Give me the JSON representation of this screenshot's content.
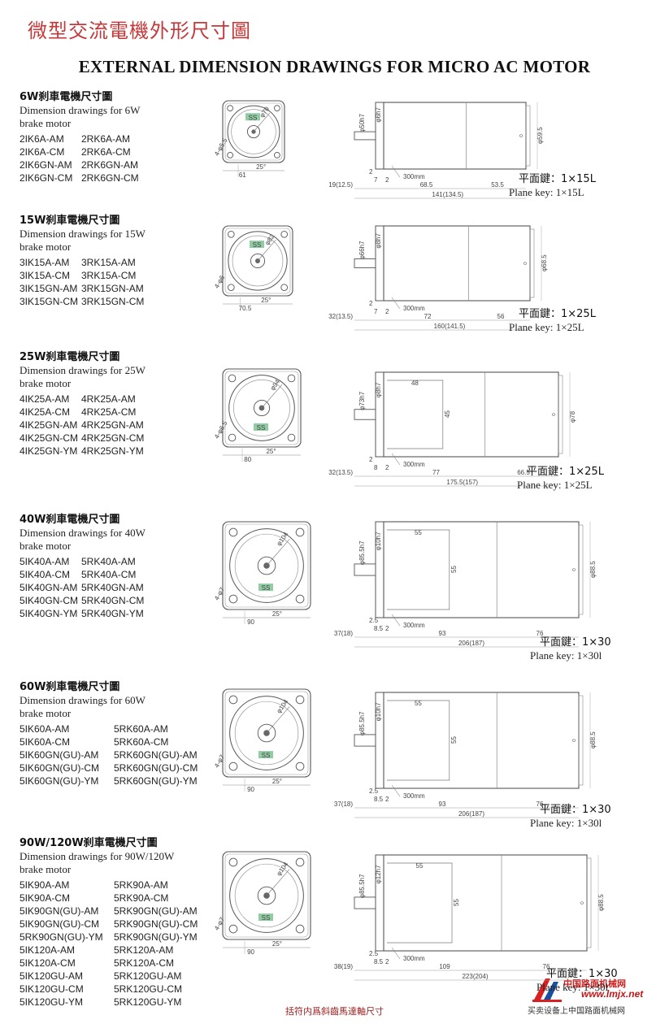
{
  "title_cn": "微型交流電機外形尺寸圖",
  "title_en": "EXTERNAL DIMENSION DRAWINGS FOR MICRO AC MOTOR",
  "sections": [
    {
      "title": "6W刹車電機尺寸圖",
      "desc1": "Dimension drawings for 6W",
      "desc2": "brake motor",
      "models": [
        [
          "2IK6A-AM",
          "2RK6A-AM"
        ],
        [
          "2IK6A-CM",
          "2RK6A-CM"
        ],
        [
          "2IK6GN-AM",
          "2RK6GN-AM"
        ],
        [
          "2IK6GN-CM",
          "2RK6GN-CM"
        ]
      ],
      "front": {
        "flange": "61",
        "angle": "25°",
        "hole": "4-φ5.5",
        "pcd": "φ70"
      },
      "side": {
        "shaft": "φ6h7",
        "pilot": "φ50h7",
        "body": "φ59.5",
        "lead": "300mm",
        "d1": "2",
        "d2": "7",
        "d3": "2",
        "len_shaft": "19(12.5)",
        "len_a": "68.5",
        "len_b": "53.5",
        "len_total": "141(134.5)"
      },
      "key_cn": "平面鍵：1×15L",
      "key_en": "Plane key: 1×15L"
    },
    {
      "title": "15W刹車電機尺寸圖",
      "desc1": "Dimension drawings for 15W",
      "desc2": "brake motor",
      "models": [
        [
          "3IK15A-AM",
          "3RK15A-AM"
        ],
        [
          "3IK15A-CM",
          "3RK15A-CM"
        ],
        [
          "3IK15GN-AM",
          "3RK15GN-AM"
        ],
        [
          "3IK15GN-CM",
          "3RK15GN-CM"
        ]
      ],
      "front": {
        "flange": "70.5",
        "angle": "25°",
        "hole": "4-φ6",
        "pcd": "φ82"
      },
      "side": {
        "shaft": "φ8h7",
        "pilot": "φ66h7",
        "body": "φ68.5",
        "lead": "300mm",
        "d1": "2",
        "d2": "7",
        "d3": "2",
        "len_shaft": "32(13.5)",
        "len_a": "72",
        "len_b": "56",
        "len_total": "160(141.5)"
      },
      "key_cn": "平面鍵：1×25L",
      "key_en": "Plane key: 1×25L"
    },
    {
      "title": "25W刹車電機尺寸圖",
      "desc1": "Dimension drawings for 25W",
      "desc2": "brake motor",
      "models": [
        [
          "4IK25A-AM",
          "4RK25A-AM"
        ],
        [
          "4IK25A-CM",
          "4RK25A-CM"
        ],
        [
          "4IK25GN-AM",
          "4RK25GN-AM"
        ],
        [
          "4IK25GN-CM",
          "4RK25GN-CM"
        ],
        [
          "4IK25GN-YM",
          "4RK25GN-YM"
        ]
      ],
      "front": {
        "flange": "80",
        "angle": "25°",
        "hole": "4-φ6.5",
        "pcd": "φ94"
      },
      "side": {
        "shaft": "φ8h7",
        "pilot": "φ73h7",
        "body": "φ78",
        "lead": "300mm",
        "d1": "2",
        "d2": "8",
        "d3": "2",
        "len_shaft": "32(13.5)",
        "len_a": "77",
        "len_b": "66.5",
        "len_total": "175.5(157)",
        "bracket_w": "48",
        "bracket_h": "45"
      },
      "key_cn": "平面鍵：1×25L",
      "key_en": "Plane key: 1×25L"
    },
    {
      "title": "40W刹車電機尺寸圖",
      "desc1": "Dimension drawings for 40W",
      "desc2": "brake motor",
      "models": [
        [
          "5IK40A-AM",
          "5RK40A-AM"
        ],
        [
          "5IK40A-CM",
          "5RK40A-CM"
        ],
        [
          "5IK40GN-AM",
          "5RK40GN-AM"
        ],
        [
          "5IK40GN-CM",
          "5RK40GN-CM"
        ],
        [
          "5IK40GN-YM",
          "5RK40GN-YM"
        ]
      ],
      "front": {
        "flange": "90",
        "angle": "25°",
        "hole": "4-φ7",
        "pcd": "φ104"
      },
      "side": {
        "shaft": "φ10h7",
        "pilot": "φ85.5h7",
        "body": "φ88.5",
        "lead": "300mm",
        "d1": "2.5",
        "d2": "8.5",
        "d3": "2",
        "len_shaft": "37(18)",
        "len_a": "93",
        "len_b": "76",
        "len_total": "206(187)",
        "bracket_w": "55",
        "bracket_h": "55"
      },
      "key_cn": "平面鍵：1×30",
      "key_en": "Plane key: 1×30l"
    },
    {
      "title": "60W刹車電機尺寸圖",
      "desc1": "Dimension drawings for 60W",
      "desc2": "brake motor",
      "models": [
        [
          "5IK60A-AM",
          "5RK60A-AM"
        ],
        [
          "5IK60A-CM",
          "5RK60A-CM"
        ],
        [
          "5IK60GN(GU)-AM",
          "5RK60GN(GU)-AM"
        ],
        [
          "5IK60GN(GU)-CM",
          "5RK60GN(GU)-CM"
        ],
        [
          "5IK60GN(GU)-YM",
          "5RK60GN(GU)-YM"
        ]
      ],
      "front": {
        "flange": "90",
        "angle": "25°",
        "hole": "4-φ7",
        "pcd": "φ104"
      },
      "side": {
        "shaft": "φ10h7",
        "pilot": "φ85.5h7",
        "body": "φ88.5",
        "lead": "300mm",
        "d1": "2.5",
        "d2": "8.5",
        "d3": "2",
        "len_shaft": "37(18)",
        "len_a": "93",
        "len_b": "76",
        "len_total": "206(187)",
        "bracket_w": "55",
        "bracket_h": "55"
      },
      "key_cn": "平面鍵：1×30",
      "key_en": "Plane key: 1×30l"
    },
    {
      "title": "90W/120W刹車電機尺寸圖",
      "desc1": "Dimension drawings for 90W/120W",
      "desc2": "brake motor",
      "models": [
        [
          "5IK90A-AM",
          "5RK90A-AM"
        ],
        [
          "5IK90A-CM",
          "5RK90A-CM"
        ],
        [
          "5IK90GN(GU)-AM",
          "5RK90GN(GU)-AM"
        ],
        [
          "5IK90GN(GU)-CM",
          "5RK90GN(GU)-CM"
        ],
        [
          "5RK90GN(GU)-YM",
          "5RK90GN(GU)-YM"
        ],
        [
          "5IK120A-AM",
          "5RK120A-AM"
        ],
        [
          "5IK120A-CM",
          "5RK120A-CM"
        ],
        [
          "5IK120GU-AM",
          "5RK120GU-AM"
        ],
        [
          "5IK120GU-CM",
          "5RK120GU-CM"
        ],
        [
          "5IK120GU-YM",
          "5RK120GU-YM"
        ]
      ],
      "front": {
        "flange": "90",
        "angle": "25°",
        "hole": "4-φ7",
        "pcd": "φ104"
      },
      "side": {
        "shaft": "φ12h7",
        "pilot": "φ85.5h7",
        "body": "φ88.5",
        "lead": "300mm",
        "d1": "2.5",
        "d2": "8.5",
        "d3": "2",
        "len_shaft": "38(19)",
        "len_a": "109",
        "len_b": "76",
        "len_total": "223(204)",
        "bracket_w": "55",
        "bracket_h": "55"
      },
      "key_cn": "平面鍵：1×30",
      "key_en": "Plane key: 1×30l"
    }
  ],
  "footer_note": "括符内爲斜齒馬達軸尺寸",
  "watermark": {
    "site_cn": "中国路面机械网",
    "url": "www.lmjx.net",
    "slogan": "买卖设备上中国路面机械网"
  }
}
